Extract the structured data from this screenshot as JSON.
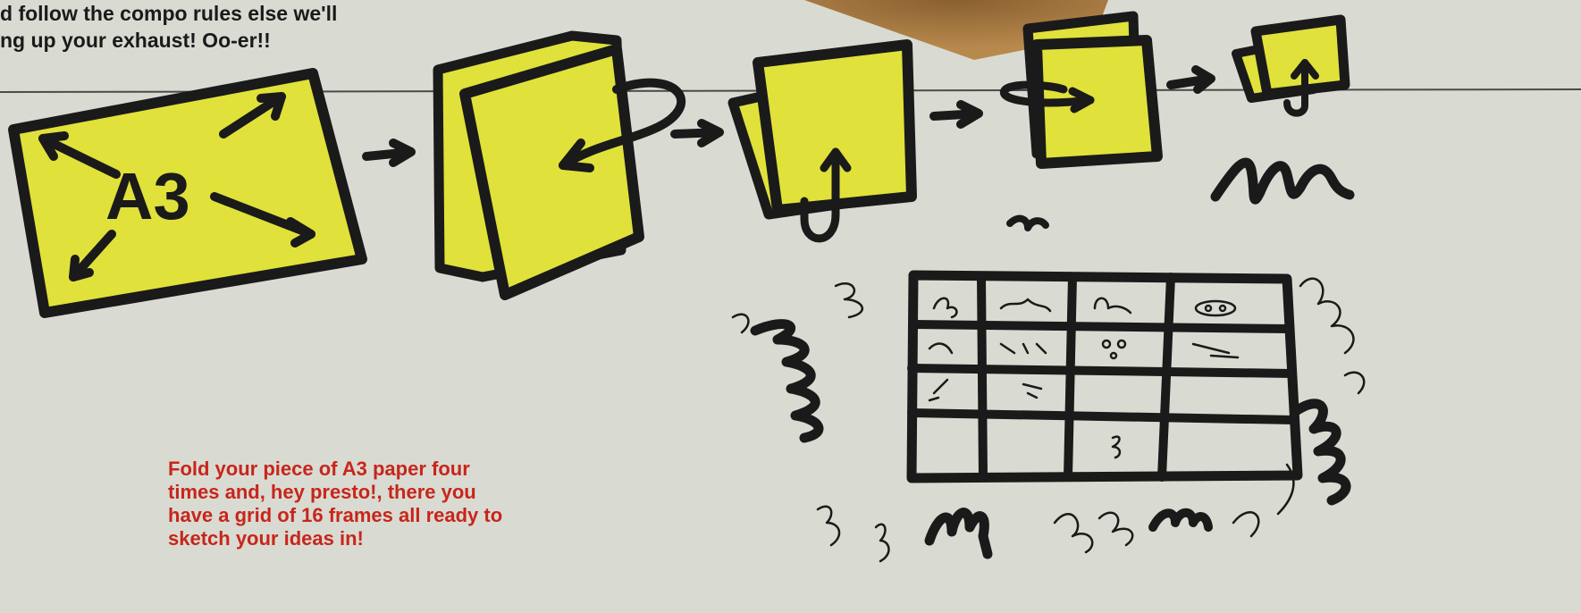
{
  "header": {
    "line1": "d follow the compo rules else we'll",
    "line2": "ng up your exhaust! Oo-er!!"
  },
  "diagram": {
    "paper_label": "A3",
    "paper_color": "#e0e13a",
    "ink_color": "#1a1a1a",
    "grid_rows": 4,
    "grid_cols": 4
  },
  "caption": {
    "line1": "Fold your piece of A3 paper four",
    "line2": "times and, hey presto!, there you",
    "line3": "have a grid of 16 frames all ready to",
    "line4": "sketch your ideas in!",
    "color": "#c8251b"
  }
}
